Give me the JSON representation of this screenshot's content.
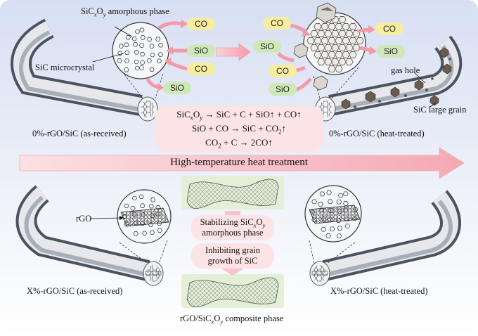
{
  "labels": {
    "amorphous_pre": "SiC",
    "amorphous_x": "x",
    "amorphous_O": "O",
    "amorphous_y": "y",
    "amorphous_post": " amorphous phase",
    "microcrystal": "SiC microcrystal",
    "gas_hole": "gas hole",
    "large_grain": "SiC large grain",
    "rgo": "rGO",
    "tl_caption": "0%-rGO/SiC (as-received)",
    "tr_caption": "0%-rGO/SiC (heat-treated)",
    "bl_caption": "X%-rGO/SiC (as-received)",
    "br_caption": "X%-rGO/SiC (heat-treated)",
    "banner": "High-temperature heat treatment",
    "composite_pre": "rGO/SiC",
    "composite_x": "x",
    "composite_O": "O",
    "composite_y": "y",
    "composite_post": " composite phase"
  },
  "gases": {
    "co": "CO",
    "sio": "SiO"
  },
  "equations": {
    "eq1_a": "SiC",
    "eq1_x": "x",
    "eq1_b": "O",
    "eq1_y": "y",
    "eq1_c": " → SiC + C + SiO↑ + CO↑",
    "eq2_a": "SiO + CO → SiC + CO",
    "eq2_sub": "2",
    "eq2_b": "↑",
    "eq3_a": "CO",
    "eq3_sub": "2",
    "eq3_b": " + C → 2CO↑"
  },
  "effects": {
    "stab_a": "Stabilizing SiC",
    "stab_x": "x",
    "stab_b": "O",
    "stab_y": "y",
    "stab_c": "amorphous phase",
    "inhib_a": "Inhibiting grain",
    "inhib_b": "growth of SiC"
  },
  "colors": {
    "background_top": "#dde3f4",
    "pink_arrow": "#f6b5bf",
    "co_pill": "#f7eda0",
    "sio_pill": "#cfe8b8",
    "green_panel": "#e3efd6",
    "effect_box": "#fbe3e6"
  }
}
